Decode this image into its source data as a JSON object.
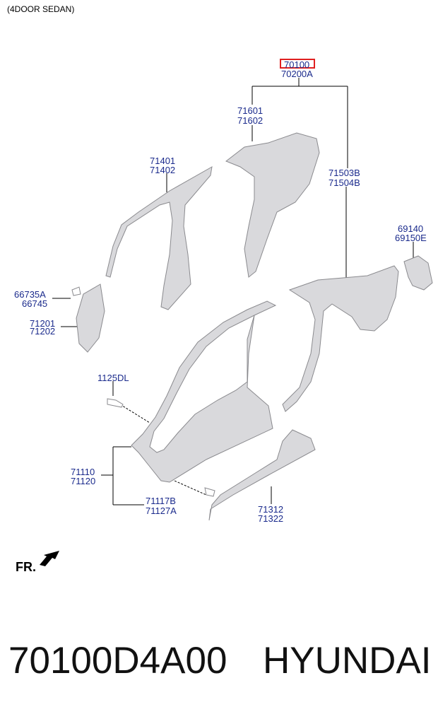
{
  "caption": "(4DOOR SEDAN)",
  "callouts": {
    "main_top": "70100",
    "main_bottom": "70200A",
    "qtr_inner_a": "71601",
    "qtr_inner_b": "71602",
    "pillar_a": "71401",
    "pillar_b": "71402",
    "qtr_outer_a": "71503B",
    "qtr_outer_b": "71504B",
    "bracket_a": "69140",
    "bracket_b": "69150E",
    "fender_a": "66735A",
    "fender_b": "66745",
    "apillar_a": "71201",
    "apillar_b": "71202",
    "bolt": "1125DL",
    "side_a": "71110",
    "side_b": "71120",
    "clip_a": "71117B",
    "clip_b": "71127A",
    "sill_a": "71312",
    "sill_b": "71322"
  },
  "direction": "FR.",
  "part_number": "70100D4A00",
  "brand": "HYUNDAI",
  "colors": {
    "callout_text": "#1a2a8c",
    "highlight_box": "#e02020",
    "part_fill": "#d9d9dc",
    "part_stroke": "#8a8a8e"
  }
}
